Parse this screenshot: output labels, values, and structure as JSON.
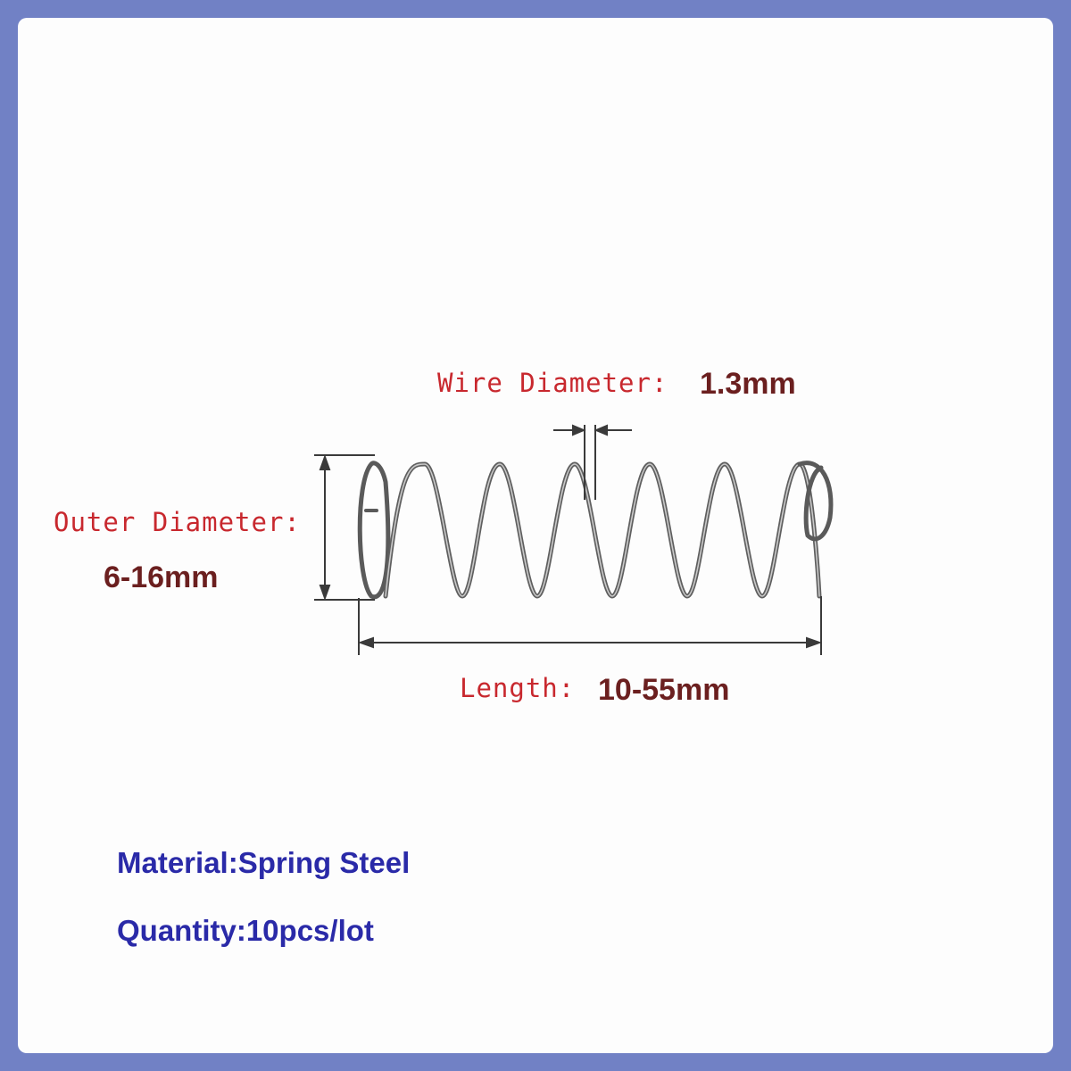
{
  "colors": {
    "background_border": "#7181c5",
    "label_red": "#c8282e",
    "value_dark_red": "#6b1f1f",
    "spec_blue": "#2a2aa8",
    "spring_wire": "#6f6f6f"
  },
  "wire_diameter": {
    "label": "Wire Diameter:",
    "value": "1.3mm"
  },
  "outer_diameter": {
    "label": "Outer Diameter:",
    "value": "6-16mm"
  },
  "length": {
    "label": "Length:",
    "value": "10-55mm"
  },
  "specs": {
    "material": "Material:Spring Steel",
    "quantity": "Quantity:10pcs/lot"
  },
  "image": {
    "subject": "compression-spring",
    "icons": [
      "dimension-arrow-icon"
    ]
  }
}
